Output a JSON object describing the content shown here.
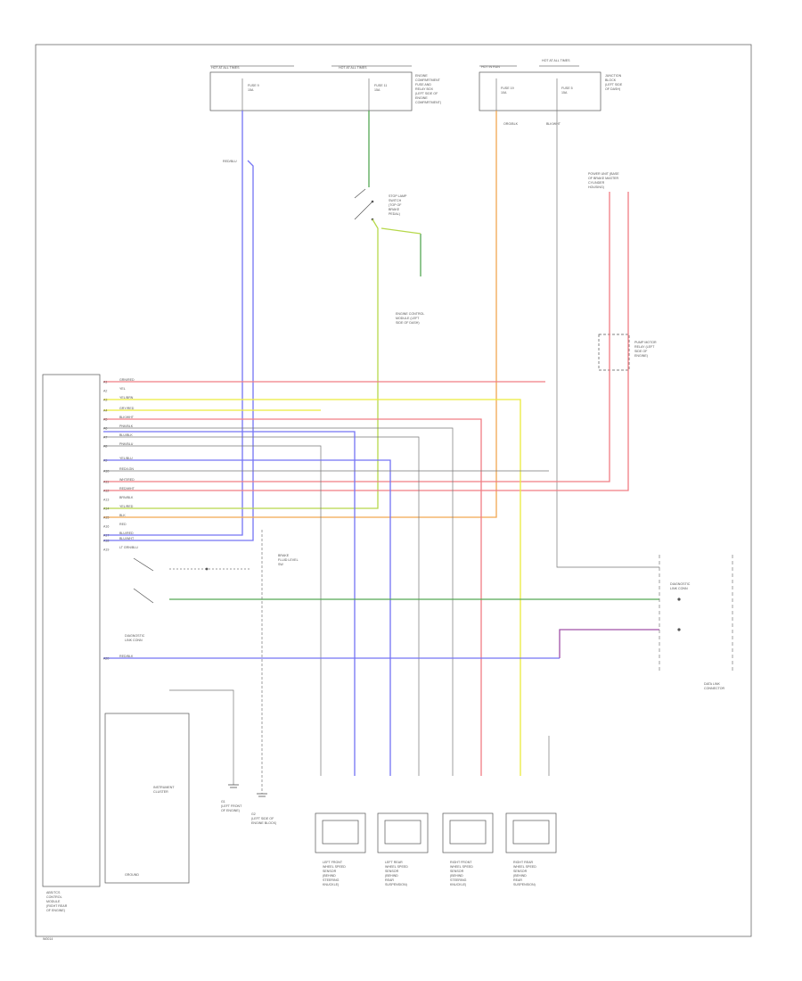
{
  "footer_code": "W0014",
  "header": {
    "fuse_box_left_tab": "HOT AT ALL TIMES",
    "fuse_box_mid_tab": "HOT AT ALL TIMES",
    "fuse_box_label": [
      "ENGINE",
      "COMPARTMENT",
      "FUSE AND",
      "RELAY BOX",
      "(LEFT SIDE OF",
      "ENGINE",
      "COMPARTMENT)"
    ],
    "fuse1": [
      "",
      "FUSE 9",
      "15A"
    ],
    "fuse2": [
      "",
      "FUSE 11",
      "15A"
    ],
    "junction_tab_left": "HOT IN RUN",
    "junction_tab_right": "HOT AT ALL TIMES",
    "junction_fuse1": [
      "FUSE 19",
      "10A"
    ],
    "junction_fuse2": [
      "FUSE 5",
      "15A"
    ],
    "junction_label": [
      "JUNCTION",
      "BLOCK",
      "(LEFT SIDE",
      "OF DASH)"
    ],
    "wire_tag_left": "RED/BLU",
    "wire_tag_right": "BLK/WHT",
    "wire_tag_orange": "ORG/BLK"
  },
  "components": {
    "stop_lamp_switch": [
      "STOP LAMP",
      "SWITCH",
      "(TOP OF",
      "BRAKE",
      "PEDAL)"
    ],
    "engine_control": [
      "ENGINE CONTROL",
      "MODULE (LEFT",
      "SIDE OF DASH)"
    ],
    "power_unit": [
      "POWER UNIT (BASE",
      "OF BRAKE MASTER",
      "CYLINDER",
      "HOUSING)"
    ],
    "pump_motor": [
      "PUMP MOTOR",
      "RELAY (LEFT",
      "SIDE OF",
      "ENGINE)"
    ],
    "abs_module": [
      "ABS/TCS",
      "CONTROL",
      "MODULE",
      "(RIGHT REAR",
      "OF ENGINE)"
    ],
    "diagnostic_connector": [
      "DIAGNOSTIC",
      "LINK CONN"
    ],
    "data_link_connector": [
      "DATA LINK",
      "CONNECTOR"
    ],
    "brake_fluid_sensor": [
      "BRAKE",
      "FLUID LEVEL",
      "SW"
    ],
    "ground_label_1": [
      "G1",
      "(LEFT FRONT",
      "OF ENGINE)"
    ],
    "ground_label_2": [
      "G2",
      "(LEFT SIDE OF",
      "ENGINE BLOCK)"
    ],
    "instrument_cluster": [
      "INSTRUMENT",
      "CLUSTER"
    ],
    "ground_cluster": "GROUND"
  },
  "sensors": [
    {
      "label": [
        "LEFT FRONT",
        "WHEEL SPEED",
        "SENSOR",
        "(BEHIND",
        "STEERING",
        "KNUCKLE)"
      ]
    },
    {
      "label": [
        "LEFT REAR",
        "WHEEL SPEED",
        "SENSOR",
        "(BEHIND",
        "REAR",
        "SUSPENSION)"
      ]
    },
    {
      "label": [
        "RIGHT FRONT",
        "WHEEL SPEED",
        "SENSOR",
        "(BEHIND",
        "STEERING",
        "KNUCKLE)"
      ]
    },
    {
      "label": [
        "RIGHT REAR",
        "WHEEL SPEED",
        "SENSOR",
        "(BEHIND",
        "REAR",
        "SUSPENSION)"
      ]
    }
  ],
  "connector_pins": [
    "A1",
    "A2",
    "A3",
    "A4",
    "A5",
    "A6",
    "A7",
    "A8",
    "A9",
    "A10",
    "A11",
    "A12",
    "A13",
    "A14",
    "A15",
    "A16",
    "A17",
    "A18",
    "A19",
    "A20"
  ],
  "wire_labels": [
    "GRN/RED",
    "YEL",
    "YEL/BRN",
    "GRY/RED",
    "BLK/WHT",
    "PNK/BLK",
    "BLU/BLK",
    "PNK/BLU",
    "YEL/BLU",
    "RED/LGN",
    "WHT/RED",
    "RED/WHT",
    "BRN/BLK",
    "YEL/RED",
    "BLK",
    "RED",
    "BLU/RED",
    "BLU/WHT",
    "LT GRN/BLU",
    "RED/BLK"
  ],
  "colors": {
    "red": "#f07d84",
    "yellow": "#ecec3c",
    "blue": "#7474f4",
    "green": "#55a855",
    "orange": "#f2a650",
    "purple": "#a050a8",
    "gray": "#9a9a9a"
  }
}
